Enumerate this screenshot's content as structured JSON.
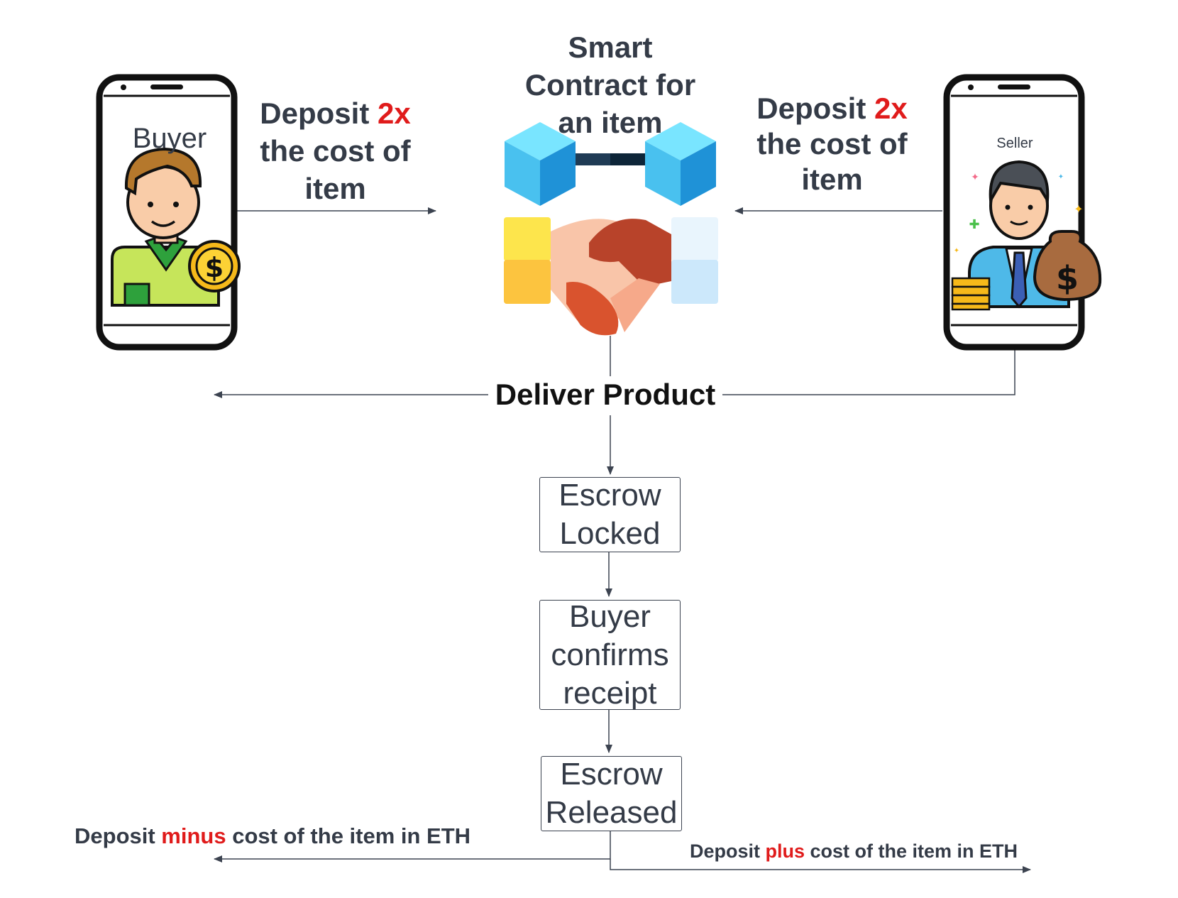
{
  "title": {
    "line1": "Smart",
    "line2": "Contract for",
    "line3": "an item"
  },
  "buyer": {
    "label": "Buyer"
  },
  "seller": {
    "label": "Seller"
  },
  "buyer_deposit": {
    "pre": "Deposit ",
    "emph": "2x",
    "line2": "the cost of",
    "line3": "item"
  },
  "seller_deposit": {
    "pre": "Deposit ",
    "emph": "2x",
    "line2": "the cost of",
    "line3": "item"
  },
  "deliver": "Deliver Product",
  "steps": {
    "escrow_locked": {
      "line1": "Escrow",
      "line2": "Locked"
    },
    "buyer_confirms": {
      "line1": "Buyer",
      "line2": "confirms",
      "line3": "receipt"
    },
    "escrow_released": {
      "line1": "Escrow",
      "line2": "Released"
    }
  },
  "buyer_return": {
    "pre": "Deposit ",
    "emph": "minus",
    "post": " cost of the item in ETH"
  },
  "seller_return": {
    "pre": "Deposit ",
    "emph": "plus",
    "post": " cost of the item in ETH"
  },
  "colors": {
    "emphasis": "#e01b1b",
    "text": "#343b47",
    "line": "#3c4350"
  }
}
